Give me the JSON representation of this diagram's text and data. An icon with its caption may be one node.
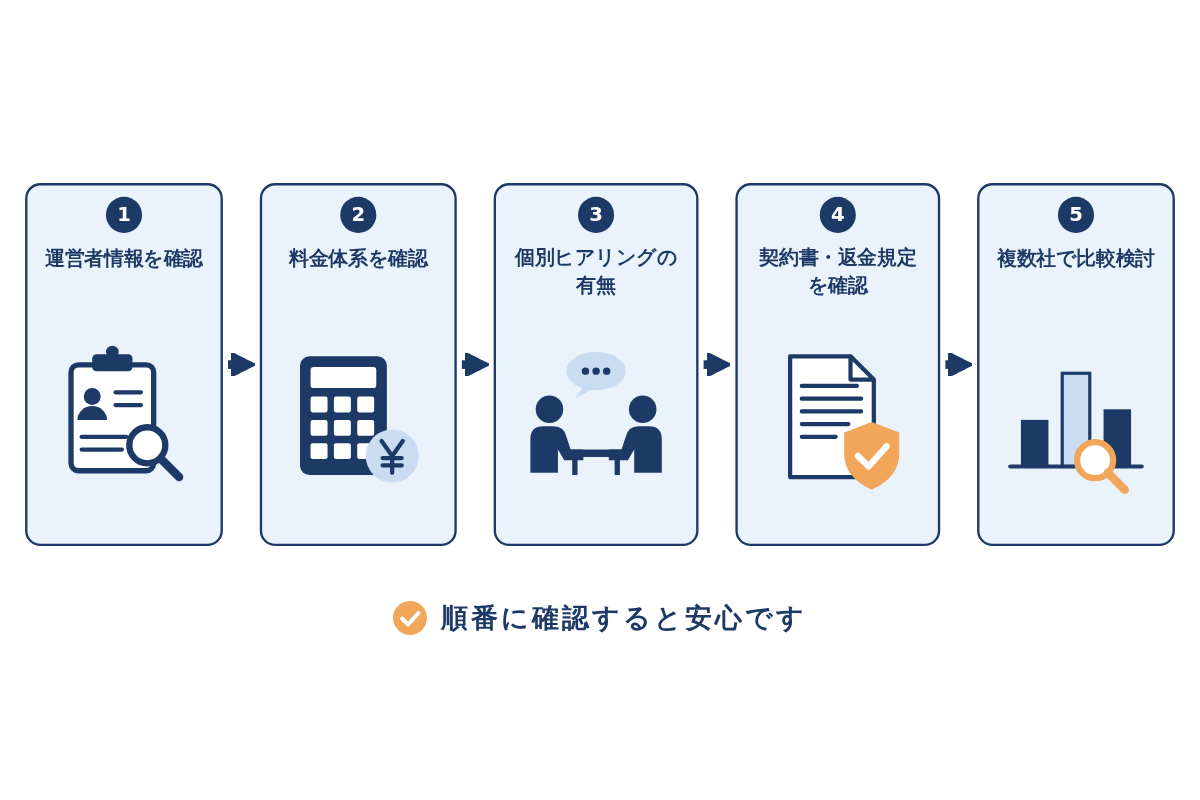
{
  "diagram": {
    "nodes": [
      {
        "text": [
          "1",
          "運営者情報を確認"
        ]
      },
      {
        "text": [
          "2",
          "料金体系を確認"
        ]
      },
      {
        "text": [
          "3",
          "個別ヒアリングの有無"
        ]
      },
      {
        "text": [
          "4",
          "契約書・返金規定を確認"
        ]
      },
      {
        "text": [
          "5",
          "複数社で比較検討"
        ]
      }
    ],
    "edges": [
      {
        "from": 0,
        "to": 1,
        "arrow": "to"
      },
      {
        "from": 1,
        "to": 2,
        "arrow": "to"
      },
      {
        "from": 2,
        "to": 3,
        "arrow": "to"
      },
      {
        "from": 3,
        "to": 4,
        "arrow": "to"
      }
    ],
    "labels": [
      "順番に確認すると安心です"
    ]
  }
}
